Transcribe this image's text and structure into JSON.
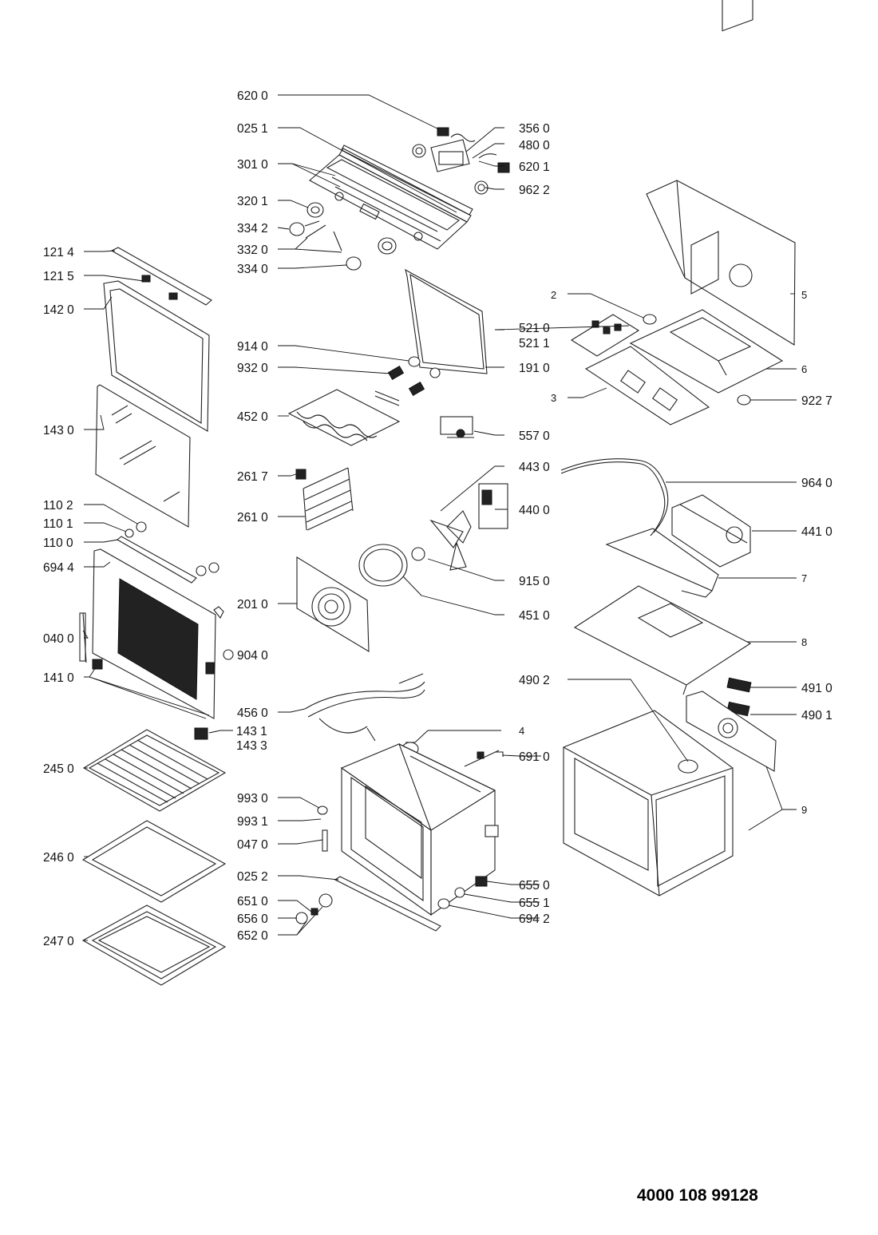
{
  "document_code": "4000 108 99128",
  "callouts": [
    {
      "id": "c-620-0",
      "text": "620 0"
    },
    {
      "id": "c-025-1",
      "text": "025 1"
    },
    {
      "id": "c-356-0",
      "text": "356 0"
    },
    {
      "id": "c-480-0",
      "text": "480 0"
    },
    {
      "id": "c-301-0",
      "text": "301 0"
    },
    {
      "id": "c-620-1",
      "text": "620 1"
    },
    {
      "id": "c-962-2",
      "text": "962 2"
    },
    {
      "id": "c-320-1",
      "text": "320 1"
    },
    {
      "id": "c-334-2",
      "text": "334 2"
    },
    {
      "id": "c-332-0",
      "text": "332 0"
    },
    {
      "id": "c-334-0",
      "text": "334 0"
    },
    {
      "id": "c-121-4",
      "text": "121 4"
    },
    {
      "id": "c-121-5",
      "text": "121 5"
    },
    {
      "id": "c-142-0",
      "text": "142 0"
    },
    {
      "id": "c-2",
      "text": "2"
    },
    {
      "id": "c-5",
      "text": "5"
    },
    {
      "id": "c-521-0",
      "text": "521 0"
    },
    {
      "id": "c-521-1",
      "text": "521 1"
    },
    {
      "id": "c-914-0",
      "text": "914 0"
    },
    {
      "id": "c-191-0",
      "text": "191 0"
    },
    {
      "id": "c-932-0",
      "text": "932 0"
    },
    {
      "id": "c-6",
      "text": "6"
    },
    {
      "id": "c-3",
      "text": "3"
    },
    {
      "id": "c-922-7",
      "text": "922 7"
    },
    {
      "id": "c-452-0",
      "text": "452 0"
    },
    {
      "id": "c-143-0",
      "text": "143 0"
    },
    {
      "id": "c-557-0",
      "text": "557 0"
    },
    {
      "id": "c-443-0",
      "text": "443 0"
    },
    {
      "id": "c-261-7",
      "text": "261 7"
    },
    {
      "id": "c-964-0",
      "text": "964 0"
    },
    {
      "id": "c-261-0",
      "text": "261 0"
    },
    {
      "id": "c-440-0",
      "text": "440 0"
    },
    {
      "id": "c-110-2",
      "text": "110 2"
    },
    {
      "id": "c-441-0",
      "text": "441 0"
    },
    {
      "id": "c-110-1",
      "text": "110 1"
    },
    {
      "id": "c-110-0",
      "text": "110 0"
    },
    {
      "id": "c-694-4",
      "text": "694 4"
    },
    {
      "id": "c-915-0",
      "text": "915 0"
    },
    {
      "id": "c-7",
      "text": "7"
    },
    {
      "id": "c-201-0",
      "text": "201 0"
    },
    {
      "id": "c-451-0",
      "text": "451 0"
    },
    {
      "id": "c-040-0",
      "text": "040 0"
    },
    {
      "id": "c-8",
      "text": "8"
    },
    {
      "id": "c-904-0",
      "text": "904 0"
    },
    {
      "id": "c-141-0",
      "text": "141 0"
    },
    {
      "id": "c-490-2",
      "text": "490 2"
    },
    {
      "id": "c-491-0",
      "text": "491 0"
    },
    {
      "id": "c-456-0",
      "text": "456 0"
    },
    {
      "id": "c-490-1",
      "text": "490 1"
    },
    {
      "id": "c-143-1",
      "text": "143 1"
    },
    {
      "id": "c-143-3",
      "text": "143 3"
    },
    {
      "id": "c-4",
      "text": "4"
    },
    {
      "id": "c-245-0",
      "text": "245 0"
    },
    {
      "id": "c-691-0",
      "text": "691 0"
    },
    {
      "id": "c-993-0",
      "text": "993 0"
    },
    {
      "id": "c-9",
      "text": "9"
    },
    {
      "id": "c-993-1",
      "text": "993 1"
    },
    {
      "id": "c-047-0",
      "text": "047 0"
    },
    {
      "id": "c-246-0",
      "text": "246 0"
    },
    {
      "id": "c-025-2",
      "text": "025 2"
    },
    {
      "id": "c-655-0",
      "text": "655 0"
    },
    {
      "id": "c-651-0",
      "text": "651 0"
    },
    {
      "id": "c-655-1",
      "text": "655 1"
    },
    {
      "id": "c-656-0",
      "text": "656 0"
    },
    {
      "id": "c-694-2",
      "text": "694 2"
    },
    {
      "id": "c-652-0",
      "text": "652 0"
    },
    {
      "id": "c-247-0",
      "text": "247 0"
    }
  ]
}
